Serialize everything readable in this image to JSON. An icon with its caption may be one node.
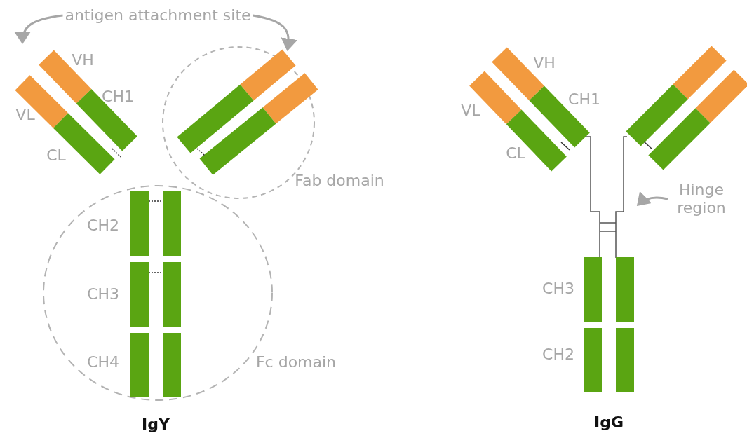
{
  "diagram": {
    "nodes": [
      {
        "text": [
          "antigen attachment site"
        ]
      },
      {
        "text": [
          "Hinge region"
        ]
      }
    ],
    "edges": [
      {
        "from": 0,
        "to": null,
        "arrow": "to"
      },
      {
        "from": 0,
        "to": null,
        "arrow": "to"
      },
      {
        "from": 1,
        "to": null,
        "arrow": "to"
      }
    ],
    "labels": [
      "VH",
      "VL",
      "CH1",
      "CL",
      "Fab domain",
      "CH2",
      "CH3",
      "CH4",
      "Fc domain",
      "IgY",
      "VH",
      "CH1",
      "VL",
      "CL",
      "CH3",
      "CH2",
      "IgG"
    ]
  }
}
